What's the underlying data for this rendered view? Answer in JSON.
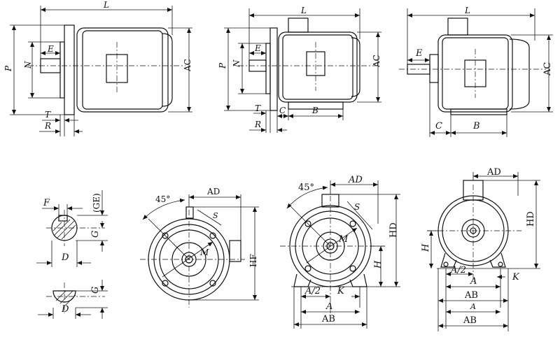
{
  "views": {
    "side_flange": {
      "L": "L",
      "P": "P",
      "N": "N",
      "E": "E",
      "AC": "AC",
      "T": "T",
      "R": "R"
    },
    "side_flange_foot": {
      "L": "L",
      "P": "P",
      "N": "N",
      "E": "E",
      "AC": "AC",
      "T": "T",
      "C": "C",
      "B": "B",
      "R": "R"
    },
    "side_foot": {
      "L": "L",
      "E": "E",
      "AC": "AC",
      "C": "C",
      "B": "B"
    },
    "shaft_key": {
      "F": "F",
      "GE": "(GE)",
      "G": "G",
      "D": "D"
    },
    "shaft_flat": {
      "G": "G",
      "D": "D"
    },
    "end_flange": {
      "angle": "45°",
      "AD": "AD",
      "S": "S",
      "M": "M",
      "HF": "HF"
    },
    "end_flange_foot": {
      "angle": "45°",
      "AD": "AD",
      "S": "S",
      "M": "M",
      "HD": "HD",
      "H": "H",
      "A2": "A/2",
      "K": "K",
      "A": "A",
      "AB": "AB"
    },
    "end_foot": {
      "AD": "AD",
      "HD": "HD",
      "H": "H",
      "A2": "A/2",
      "A": "A",
      "K": "K",
      "AB": "AB",
      "A_lower": "A",
      "AB_lower": "AB"
    }
  }
}
